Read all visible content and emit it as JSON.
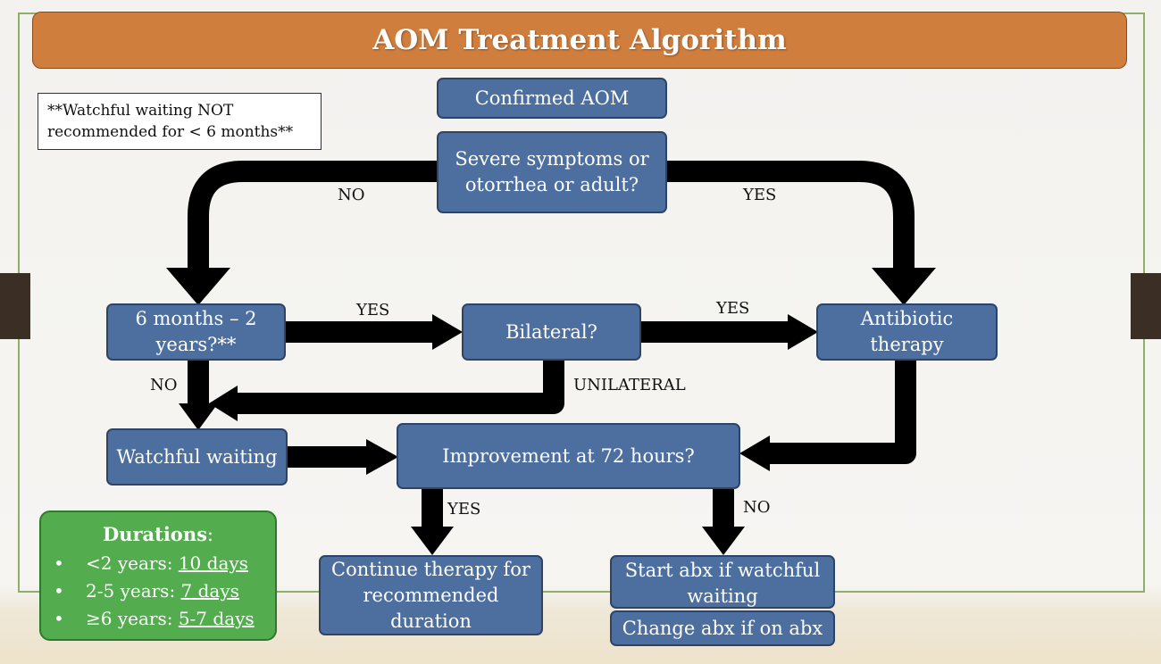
{
  "title": "AOM Treatment Algorithm",
  "note": "**Watchful waiting NOT recommended for <  6 months**",
  "nodes": {
    "confirmed": "Confirmed AOM",
    "severe": "Severe symptoms or\notorrhea or adult?",
    "age": "6 months – 2\nyears?**",
    "bilateral": "Bilateral?",
    "antibiotic": "Antibiotic\ntherapy",
    "watchful": "Watchful waiting",
    "improvement": "Improvement at 72 hours?",
    "continue": "Continue therapy for\nrecommended\nduration",
    "start_abx": "Start abx if watchful\nwaiting",
    "change_abx": "Change abx if on abx"
  },
  "labels": {
    "severe_no": "NO",
    "severe_yes": "YES",
    "age_yes": "YES",
    "bilateral_yes": "YES",
    "age_no": "NO",
    "unilateral": "UNILATERAL",
    "improve_yes": "YES",
    "improve_no": "NO"
  },
  "durations": {
    "title": "Durations",
    "colon": ":",
    "bullet": "•",
    "items": [
      {
        "age": "<2 years: ",
        "days": "10 days"
      },
      {
        "age": "2-5 years: ",
        "days": "7 days"
      },
      {
        "age": "≥6 years: ",
        "days": "5-7 days"
      }
    ]
  },
  "colors": {
    "title_bar": "#d07e3d",
    "node_fill": "#4d6fa0",
    "durations_fill": "#53ad4e",
    "arrow": "#000000"
  }
}
